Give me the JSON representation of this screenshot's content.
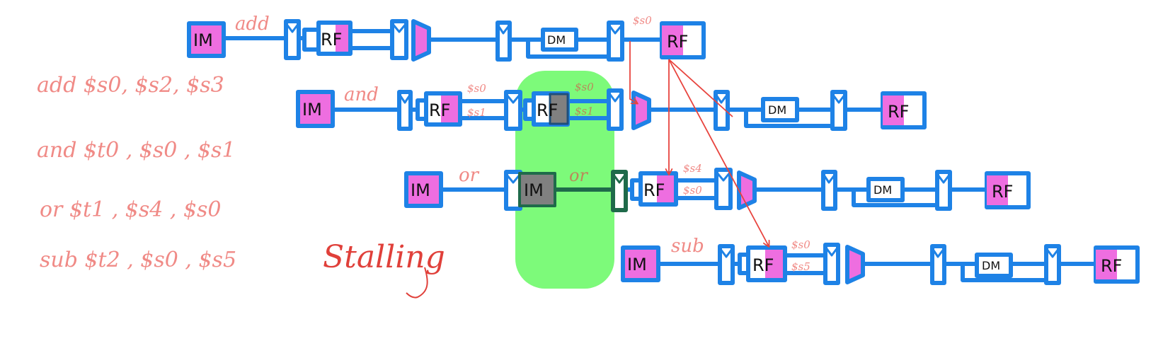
{
  "program": [
    "add  $s0, $s2, $s3",
    "and  $t0 , $s0 , $s1",
    "or    $t1 , $s4 , $s0",
    "sub    $t2 , $s0 , $s5"
  ],
  "stall_label": "Stalling",
  "blocks": {
    "im": "IM",
    "rf": "RF",
    "dm": "DM"
  },
  "rows": [
    {
      "op": "add",
      "wb_reg": "$s0"
    },
    {
      "op": "and",
      "src1": "$s0",
      "src2": "$s1",
      "stall_src1": "$s0",
      "stall_src2": "$s1"
    },
    {
      "op": "or",
      "stall_op": "or",
      "src1": "$s4",
      "src2": "$s0"
    },
    {
      "op": "sub",
      "src1": "$s0",
      "src2": "$s5"
    }
  ],
  "colors": {
    "pipeline": "#1e82e6",
    "block_fill": "#ee6ee0",
    "annotation": "#f08a86",
    "arrow": "#e8443e",
    "stall_zone": "#7dfa7a",
    "stalled_block": "#808080",
    "stall_text": "#b98a5a"
  }
}
